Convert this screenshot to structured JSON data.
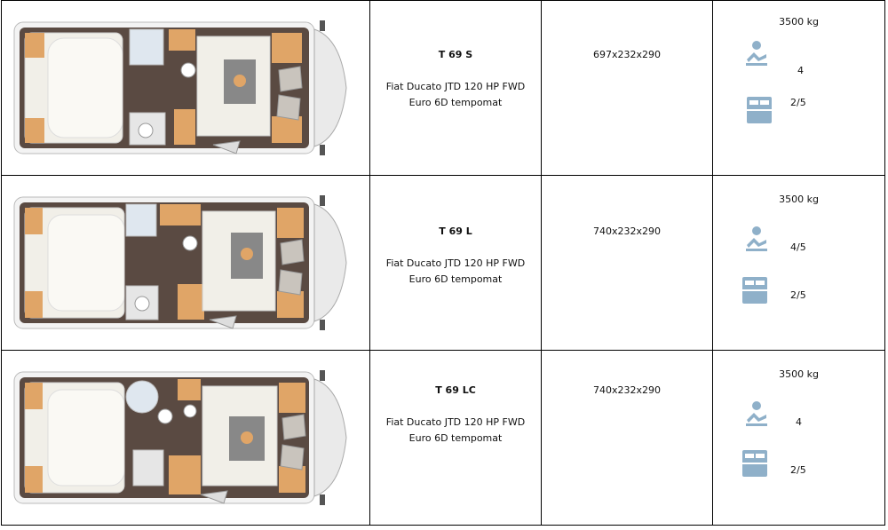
{
  "rows": [
    {
      "model": "T 69 S",
      "engine_line1": "Fiat Ducato JTD 120 HP FWD",
      "engine_line2": "Euro 6D tempomat",
      "dimensions": "697x232x290",
      "weight": "3500 kg",
      "seats": "4",
      "berths": "2/5"
    },
    {
      "model": "T 69 L",
      "engine_line1": "Fiat Ducato JTD 120 HP FWD",
      "engine_line2": "Euro 6D tempomat",
      "dimensions": "740x232x290",
      "weight": "3500 kg",
      "seats": "4/5",
      "berths": "2/5"
    },
    {
      "model": "T 69 LC",
      "engine_line1": "Fiat Ducato JTD 120 HP FWD",
      "engine_line2": "Euro 6D tempomat",
      "dimensions": "740x232x290",
      "weight": "3500 kg",
      "seats": "4",
      "berths": "2/5"
    }
  ],
  "icons": {
    "seat": "seat-icon",
    "bed": "bed-icon"
  },
  "colors": {
    "icon_blue": "#8fb0c9",
    "wood": "#e0a567",
    "floor": "#5a4a42"
  }
}
